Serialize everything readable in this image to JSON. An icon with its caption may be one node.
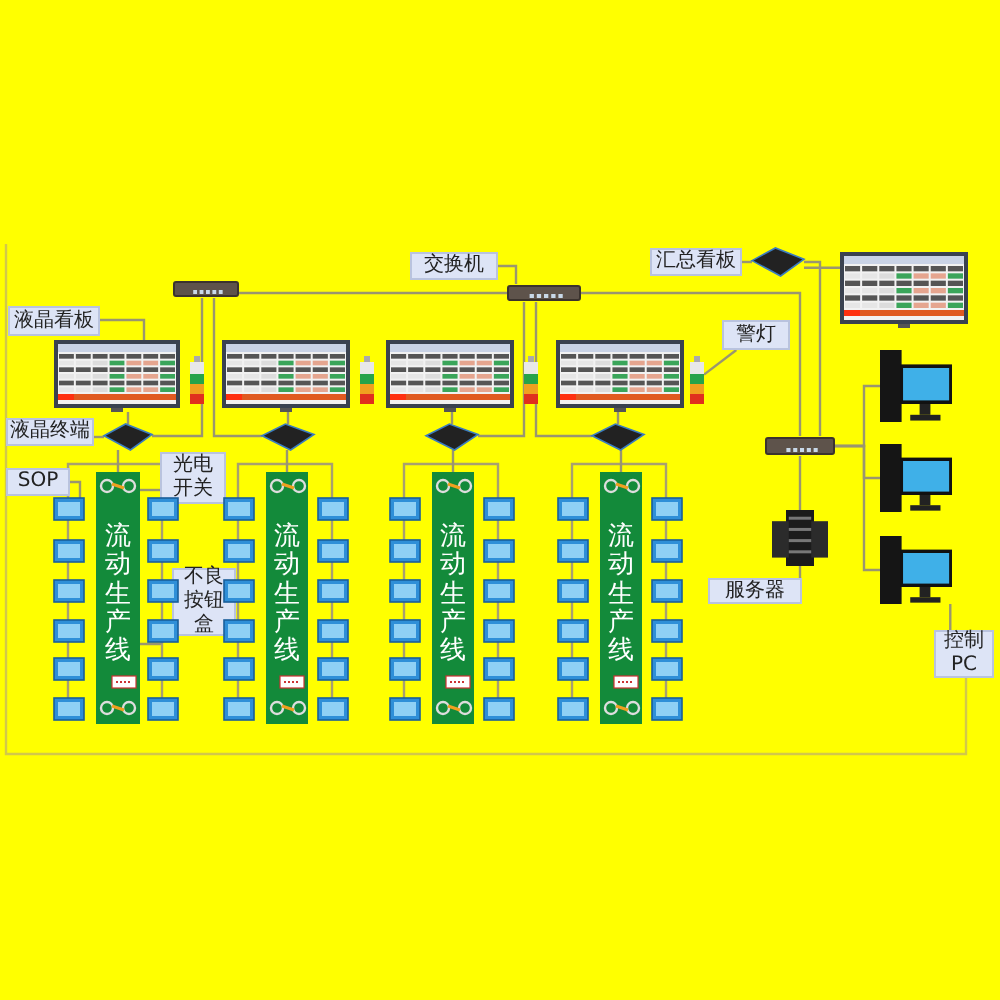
{
  "diagram": {
    "nodes": [
      {
        "text": [
          "交换机"
        ]
      },
      {
        "text": [
          "汇总看板"
        ]
      },
      {
        "text": [
          "液晶看板"
        ]
      },
      {
        "text": [
          "警灯"
        ]
      },
      {
        "text": [
          "液晶终端"
        ]
      },
      {
        "text": [
          "光电开关"
        ]
      },
      {
        "text": [
          "SOP"
        ]
      },
      {
        "text": [
          "不良按钮盒"
        ]
      },
      {
        "text": [
          "服务器"
        ]
      },
      {
        "text": [
          "控制PC"
        ]
      },
      {
        "text": [
          "流动生产线"
        ]
      },
      {
        "text": [
          "流动生产线"
        ]
      },
      {
        "text": [
          "流动生产线"
        ]
      },
      {
        "text": [
          "流动生产线"
        ]
      },
      {
        "text": [],
        "shape": "picture"
      },
      {
        "text": [],
        "shape": "picture"
      },
      {
        "text": [],
        "shape": "picture"
      },
      {
        "text": [],
        "shape": "picture"
      },
      {
        "text": [],
        "shape": "picture"
      },
      {
        "text": [],
        "shape": "picture"
      },
      {
        "text": [],
        "shape": "picture"
      },
      {
        "text": [],
        "shape": "picture"
      },
      {
        "text": [],
        "shape": "picture"
      },
      {
        "text": [],
        "shape": "picture"
      },
      {
        "text": [],
        "shape": "picture"
      },
      {
        "text": [],
        "shape": "picture"
      },
      {
        "text": [],
        "shape": "picture"
      },
      {
        "text": [],
        "shape": "picture"
      },
      {
        "text": [],
        "shape": "picture"
      },
      {
        "text": [],
        "shape": "picture"
      },
      {
        "text": [],
        "shape": "picture"
      },
      {
        "text": [],
        "shape": "picture"
      }
    ],
    "edges": [
      {
        "from": 14,
        "to": 15,
        "arrow": "none"
      },
      {
        "from": 15,
        "to": 16,
        "arrow": "none"
      },
      {
        "from": 17,
        "to": 16,
        "arrow": "none"
      },
      {
        "from": 17,
        "to": 18,
        "arrow": "none"
      },
      {
        "from": 16,
        "to": 27,
        "arrow": "none"
      },
      {
        "from": 16,
        "to": 28,
        "arrow": "none"
      },
      {
        "from": 16,
        "to": 29,
        "arrow": "none"
      },
      {
        "from": 16,
        "to": 30,
        "arrow": "none"
      },
      {
        "from": 14,
        "to": 23,
        "arrow": "none"
      },
      {
        "from": 14,
        "to": 24,
        "arrow": "none"
      },
      {
        "from": 15,
        "to": 25,
        "arrow": "none"
      },
      {
        "from": 15,
        "to": 26,
        "arrow": "none"
      },
      {
        "from": 19,
        "to": 23,
        "arrow": "none"
      },
      {
        "from": 20,
        "to": 24,
        "arrow": "none"
      },
      {
        "from": 21,
        "to": 25,
        "arrow": "none"
      },
      {
        "from": 22,
        "to": 26,
        "arrow": "none"
      },
      {
        "from": 0,
        "to": 15,
        "arrow": "none"
      },
      {
        "from": 1,
        "to": 17,
        "arrow": "none"
      },
      {
        "from": 2,
        "to": 19,
        "arrow": "none"
      },
      {
        "from": 3,
        "to": 31,
        "arrow": "none"
      },
      {
        "from": 4,
        "to": 23,
        "arrow": "none"
      },
      {
        "from": 5,
        "to": 10,
        "arrow": "none"
      },
      {
        "from": 6,
        "to": null,
        "arrow": "none"
      },
      {
        "from": 7,
        "to": 10,
        "arrow": "none"
      },
      {
        "from": 8,
        "to": 27,
        "arrow": "none"
      },
      {
        "from": 9,
        "to": 30,
        "arrow": "none"
      },
      {
        "from": 23,
        "to": 10,
        "arrow": "none"
      },
      {
        "from": 24,
        "to": 11,
        "arrow": "none"
      },
      {
        "from": 25,
        "to": 12,
        "arrow": "none"
      },
      {
        "from": 26,
        "to": 13,
        "arrow": "none"
      }
    ]
  }
}
